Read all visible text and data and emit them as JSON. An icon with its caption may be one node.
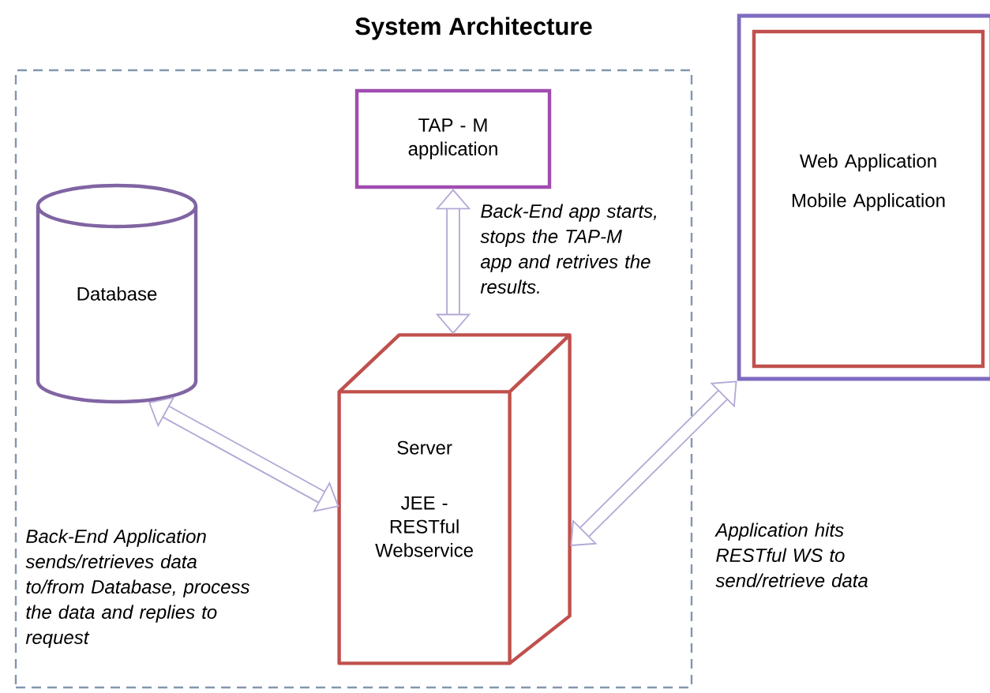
{
  "diagram": {
    "title": "System Architecture",
    "nodes": [
      {
        "text": [],
        "shape": "box"
      },
      {
        "text": [
          "TAP - M application"
        ],
        "in": 0
      },
      {
        "text": [
          "Database"
        ],
        "in": 0
      },
      {
        "text": [
          "Server",
          "JEE - RESTful Webservice"
        ],
        "in": 0
      },
      {
        "text": [],
        "shape": "box"
      },
      {
        "text": [
          "Web Application",
          "Mobile Application"
        ],
        "in": 4
      }
    ],
    "edges": [
      {
        "from": 1,
        "to": 3,
        "arrow": "both",
        "label": "Back-End app starts, stops the TAP-M app and retrives the results."
      },
      {
        "from": 2,
        "to": 3,
        "arrow": "both",
        "label": "Back-End Application sends/retrieves data to/from Database, process the data and replies to request"
      },
      {
        "from": 3,
        "to": 4,
        "arrow": "both",
        "label": "Application hits RESTful WS to send/retrieve data"
      }
    ]
  }
}
